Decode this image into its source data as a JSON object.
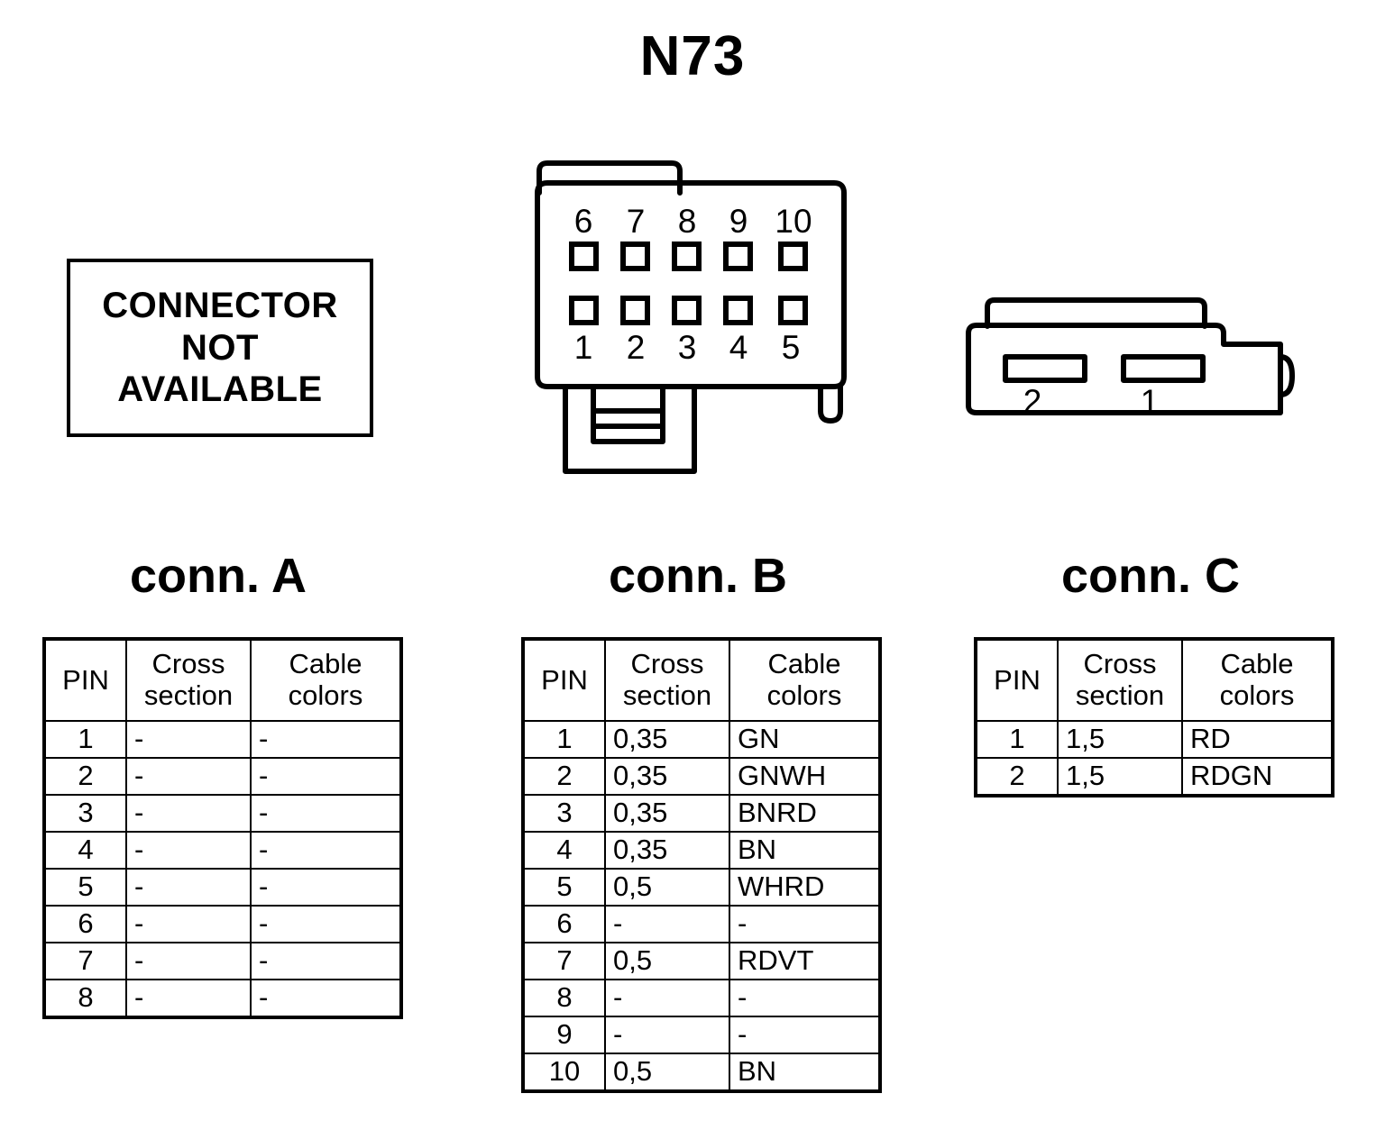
{
  "title": "N73",
  "not_available_box": {
    "lines": [
      "CONNECTOR",
      "NOT",
      "AVAILABLE"
    ]
  },
  "connector_b_drawing": {
    "name": "10-pin-connector",
    "top_row_pins": [
      "6",
      "7",
      "8",
      "9",
      "10"
    ],
    "bottom_row_pins": [
      "1",
      "2",
      "3",
      "4",
      "5"
    ]
  },
  "connector_c_drawing": {
    "name": "2-pin-connector",
    "pins": [
      "2",
      "1"
    ]
  },
  "tables": {
    "headers": {
      "pin": "PIN",
      "cross_line1": "Cross",
      "cross_line2": "section",
      "color_line1": "Cable",
      "color_line2": "colors"
    },
    "conn_a": {
      "label": "conn. A",
      "rows": [
        {
          "pin": "1",
          "cross_section": "-",
          "cable_colors": "-"
        },
        {
          "pin": "2",
          "cross_section": "-",
          "cable_colors": "-"
        },
        {
          "pin": "3",
          "cross_section": "-",
          "cable_colors": "-"
        },
        {
          "pin": "4",
          "cross_section": "-",
          "cable_colors": "-"
        },
        {
          "pin": "5",
          "cross_section": "-",
          "cable_colors": "-"
        },
        {
          "pin": "6",
          "cross_section": "-",
          "cable_colors": "-"
        },
        {
          "pin": "7",
          "cross_section": "-",
          "cable_colors": "-"
        },
        {
          "pin": "8",
          "cross_section": "-",
          "cable_colors": "-"
        }
      ]
    },
    "conn_b": {
      "label": "conn. B",
      "rows": [
        {
          "pin": "1",
          "cross_section": "0,35",
          "cable_colors": "GN"
        },
        {
          "pin": "2",
          "cross_section": "0,35",
          "cable_colors": "GNWH"
        },
        {
          "pin": "3",
          "cross_section": "0,35",
          "cable_colors": "BNRD"
        },
        {
          "pin": "4",
          "cross_section": "0,35",
          "cable_colors": "BN"
        },
        {
          "pin": "5",
          "cross_section": "0,5",
          "cable_colors": "WHRD"
        },
        {
          "pin": "6",
          "cross_section": "-",
          "cable_colors": "-"
        },
        {
          "pin": "7",
          "cross_section": "0,5",
          "cable_colors": "RDVT"
        },
        {
          "pin": "8",
          "cross_section": "-",
          "cable_colors": "-"
        },
        {
          "pin": "9",
          "cross_section": "-",
          "cable_colors": "-"
        },
        {
          "pin": "10",
          "cross_section": "0,5",
          "cable_colors": "BN"
        }
      ]
    },
    "conn_c": {
      "label": "conn. C",
      "rows": [
        {
          "pin": "1",
          "cross_section": "1,5",
          "cable_colors": "RD"
        },
        {
          "pin": "2",
          "cross_section": "1,5",
          "cable_colors": "RDGN"
        }
      ]
    }
  },
  "colors": {
    "stroke": "#000000",
    "background": "#ffffff"
  }
}
